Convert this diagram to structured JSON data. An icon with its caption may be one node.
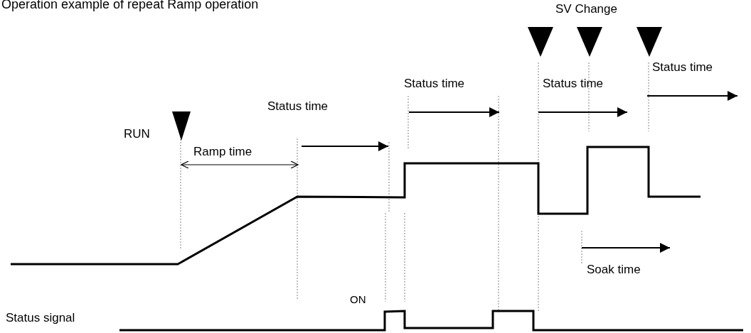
{
  "diagram": {
    "title": "Operation example of repeat Ramp operation",
    "labels": [
      "SV Change",
      "Status time",
      "Status time",
      "Status time",
      "Status time",
      "RUN",
      "Ramp time",
      "Soak time",
      "ON",
      "Status signal"
    ]
  }
}
